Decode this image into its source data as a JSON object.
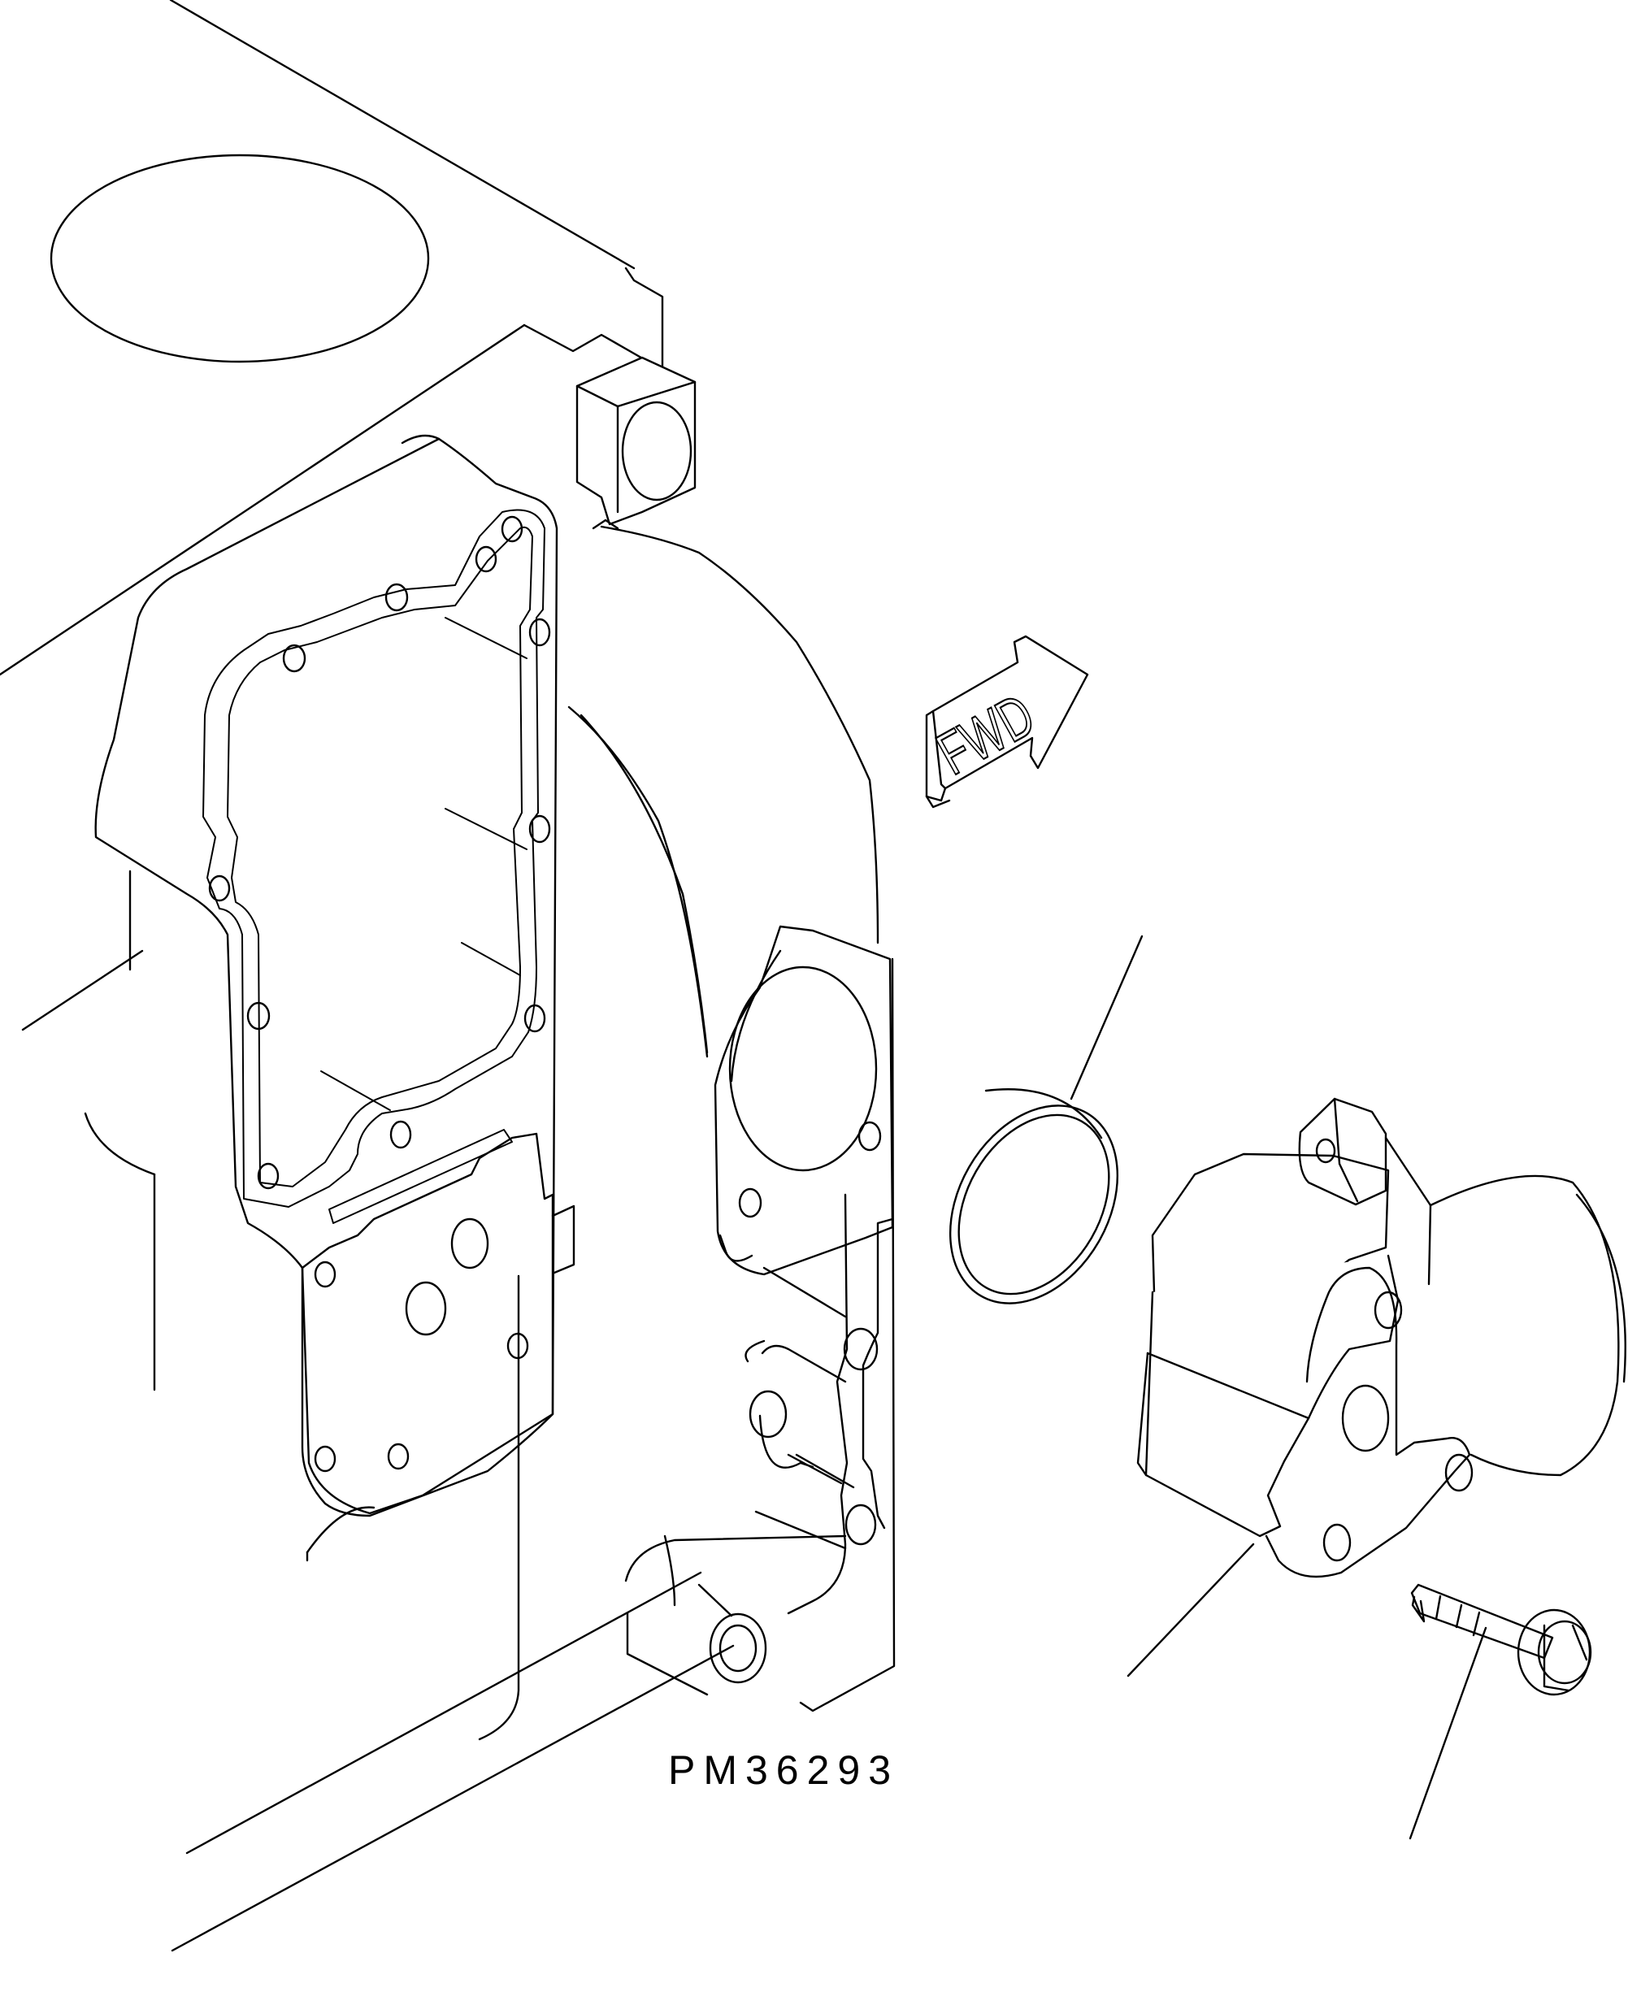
{
  "diagram": {
    "drawing_code": "PM36293",
    "direction_arrow_text": "FWD",
    "colors": {
      "line": "#000000",
      "background": "#ffffff"
    },
    "parts": [
      {
        "name": "cylinder-block"
      },
      {
        "name": "oil-cooler-cover"
      },
      {
        "name": "o-ring-seal"
      },
      {
        "name": "water-outlet-housing"
      },
      {
        "name": "flange-bolt"
      }
    ]
  }
}
